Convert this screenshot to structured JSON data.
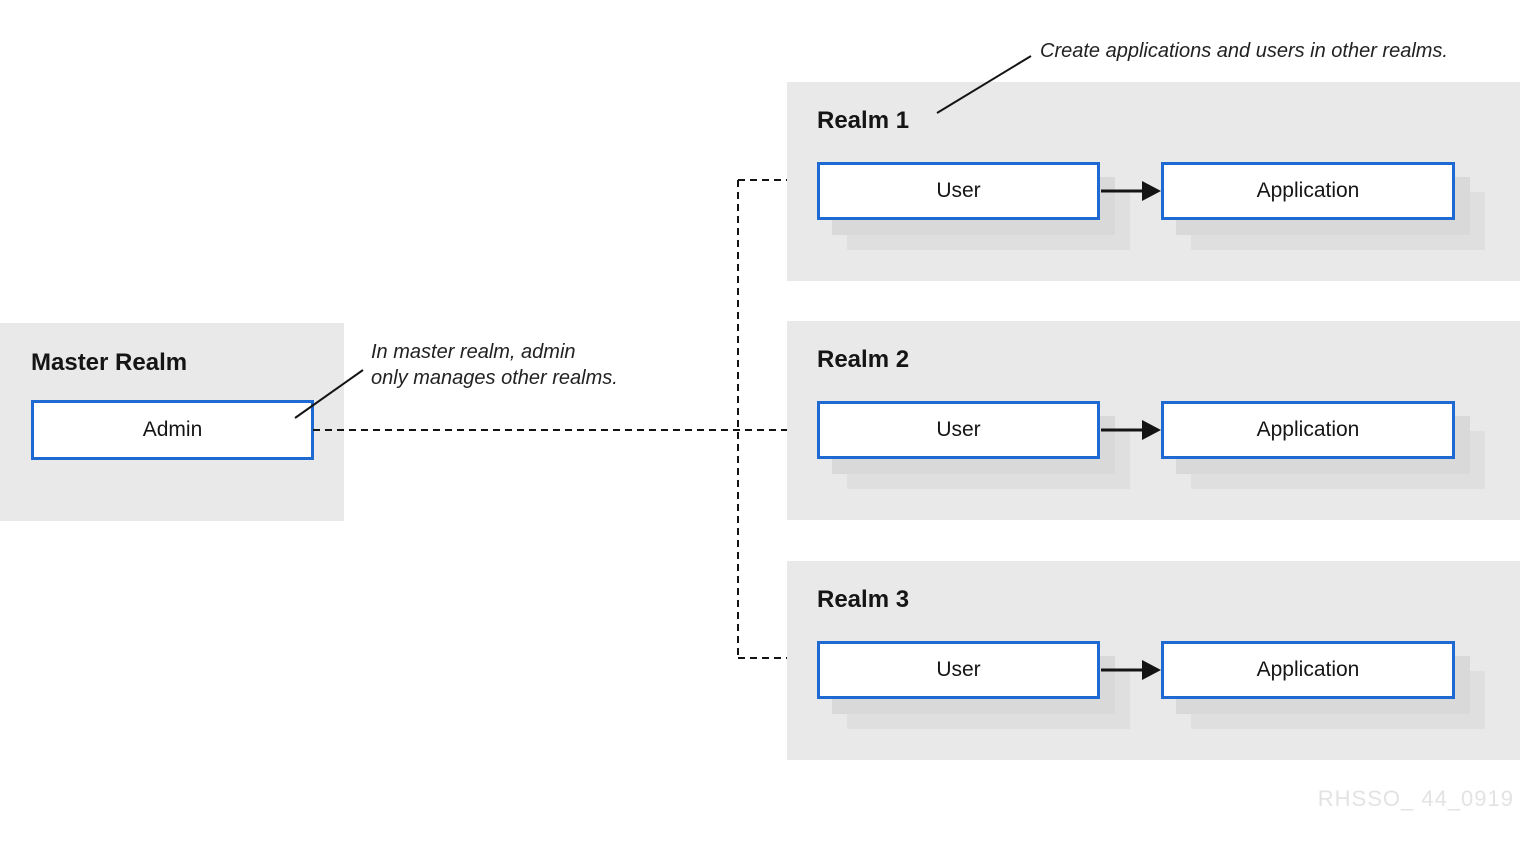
{
  "diagram": {
    "master_realm": {
      "title": "Master Realm",
      "box_label": "Admin"
    },
    "realms": [
      {
        "title": "Realm 1",
        "user_label": "User",
        "app_label": "Application"
      },
      {
        "title": "Realm 2",
        "user_label": "User",
        "app_label": "Application"
      },
      {
        "title": "Realm 3",
        "user_label": "User",
        "app_label": "Application"
      }
    ],
    "annotations": {
      "create_apps": "Create applications and users in other realms.",
      "admin_line1": "In master realm, admin",
      "admin_line2": "only manages other realms."
    },
    "watermark": "RHSSO_ 44_0919",
    "icons": {
      "flow_arrow": "solid-right-arrow",
      "connector_style": "dashed-line"
    },
    "colors": {
      "panel_bg": "#e9e9e9",
      "box_border_blue": "#1e69d2",
      "box_bg": "#ffffff",
      "echo_near": "#d9d9d9",
      "echo_far": "#dfdfdf",
      "line_black": "#141414",
      "title_text": "#151515",
      "annotation_text": "#222222",
      "watermark_text": "#e3e3e3"
    }
  }
}
